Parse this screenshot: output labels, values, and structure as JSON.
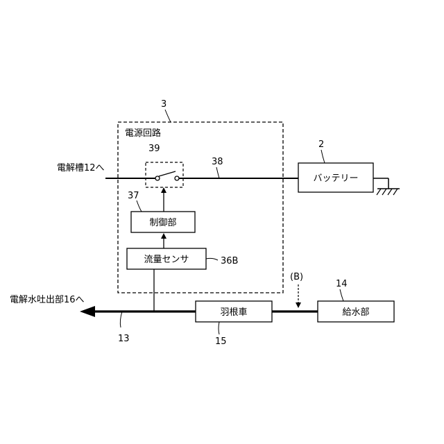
{
  "power_circuit": {
    "ref": "3",
    "title": "電源回路"
  },
  "switch": {
    "ref": "39"
  },
  "line38": {
    "ref": "38"
  },
  "to_electrolyzer": {
    "label": "電解槽12へ"
  },
  "battery": {
    "ref": "2",
    "label": "バッテリー"
  },
  "controller": {
    "ref": "37",
    "label": "制御部"
  },
  "flow_sensor": {
    "ref": "36B",
    "label": "流量センサ"
  },
  "discharge": {
    "label": "電解水吐出部16へ"
  },
  "pipe": {
    "ref": "13"
  },
  "impeller": {
    "ref": "15",
    "label": "羽根車"
  },
  "supply_marker": {
    "label": "(B)"
  },
  "water_supply": {
    "ref": "14",
    "label": "給水部"
  }
}
